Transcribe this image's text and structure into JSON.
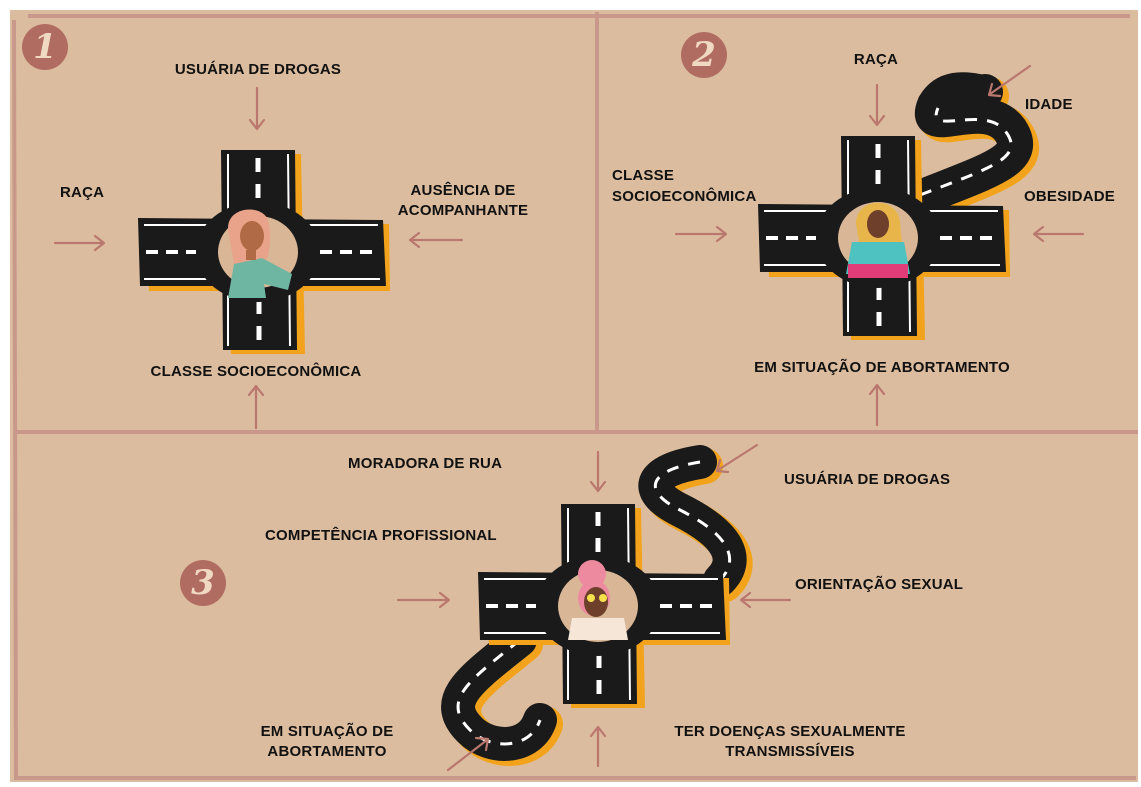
{
  "colors": {
    "background": "#dcbc9e",
    "border": "#c8988b",
    "arrow": "#b9776e",
    "road": "#1a1a1a",
    "road_shadow": "#f2a31b",
    "badge": "#b16c62"
  },
  "panels": [
    {
      "number": "1",
      "labels": {
        "top": "USUÁRIA DE DROGAS",
        "left": "RAÇA",
        "right": "AUSÊNCIA DE\nACOMPANHANTE",
        "bottom": "CLASSE SOCIOECONÔMICA"
      },
      "figure": "woman-pink-hair-green-top-icon"
    },
    {
      "number": "2",
      "labels": {
        "top": "RAÇA",
        "top_right": "IDADE",
        "left": "CLASSE\nSOCIOECONÔMICA",
        "right": "OBESIDADE",
        "bottom": "EM SITUAÇÃO DE ABORTAMENTO"
      },
      "figure": "woman-blonde-hair-teal-top-icon"
    },
    {
      "number": "3",
      "labels": {
        "top": "MORADORA DE RUA",
        "top_right": "USUÁRIA DE DROGAS",
        "left": "COMPETÊNCIA PROFISSIONAL",
        "right": "ORIENTAÇÃO SEXUAL",
        "bottom_left": "EM SITUAÇÃO DE\nABORTAMENTO",
        "bottom_right": "TER DOENÇAS SEXUALMENTE\nTRANSMISSÍVEIS"
      },
      "figure": "woman-pink-bun-sunglasses-icon"
    }
  ]
}
